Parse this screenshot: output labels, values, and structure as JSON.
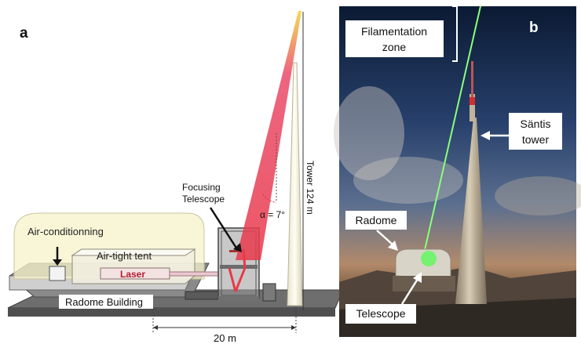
{
  "panel_a": {
    "letter": "a",
    "labels": {
      "air_conditioning": "Air-conditionning",
      "air_tight_tent": "Air-tight tent",
      "laser": "Laser",
      "radome_building": "Radome Building",
      "focusing_telescope_line1": "Focusing",
      "focusing_telescope_line2": "Telescope",
      "angle": "α = 7°",
      "tower": "Tower 124 m",
      "distance": "20 m"
    }
  },
  "panel_b": {
    "letter": "b",
    "labels": {
      "filamentation_line1": "Filamentation",
      "filamentation_line2": "zone",
      "santis_line1": "Säntis",
      "santis_line2": "tower",
      "radome": "Radome",
      "telescope": "Telescope"
    }
  },
  "colors": {
    "laser_red": "#e8394a",
    "laser_green": "#8cff7a",
    "tent_fill": "#f6f3c8",
    "ground": "#5d5d5d"
  }
}
